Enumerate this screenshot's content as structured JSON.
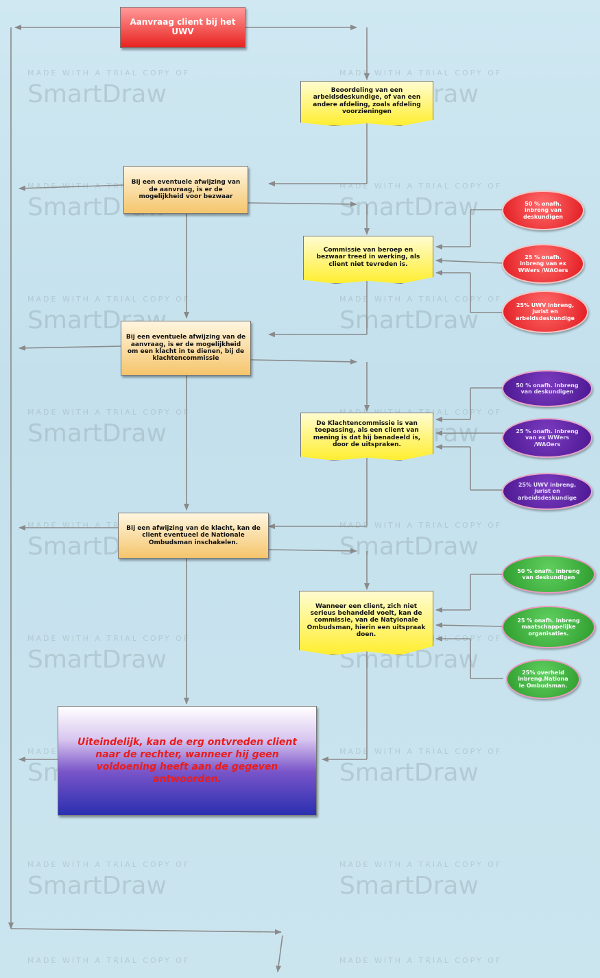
{
  "watermark": {
    "line1": "MADE WITH A TRIAL COPY OF",
    "line2": "SmartDraw"
  },
  "nodes": {
    "start": "Aanvraag client bij het UWV",
    "beoordeling": "Beoordeling van een arbeidsdeskundige, of van een andere afdeling, zoals afdeling voorzieningen",
    "bezwaar": "Bij een eventuele afwijzing van de aanvraag, is er de mogelijkheid voor bezwaar",
    "commissie": "Commissie van beroep en bezwaar treed in werking, als client niet tevreden is.",
    "klacht": "Bij een eventuele afwijzing van de aanvraag, is er de mogelijkheid om een klacht in te dienen, bij de klachtencommissie",
    "klachtencommissie": "De Klachtencommissie is van toepassing, als een client van mening is dat hij benadeeld is, door de uitspraken.",
    "ombudsman": "Bij een afwijzing van de klacht, kan de client eventueel de Nationale Ombudsman inschakelen.",
    "wanneer": "Wanneer een client, zich niet serieus behandeld voelt, kan de commissie, van de Natyionale Ombudsman, hierin een uitspraak doen.",
    "final": "Uiteindelijk, kan de erg ontvreden client naar de rechter, wanneer hij geen voldoening heeft aan de gegeven antwoorden."
  },
  "ovals_red": [
    "50 % onafh. inbreng van deskundigen",
    "25 % onafh. inbreng van ex WWers /WAOers",
    "25% UWV inbreng, jurist en arbeidsdeskundige"
  ],
  "ovals_purple": [
    "50 % onafh. inbreng van deskundigen",
    "25 % onafh. inbreng van ex WWers /WAOers",
    "25% UWV inbreng, jurist en arbeidsdeskundige"
  ],
  "ovals_green": [
    "50 % onafh. inbreng van deskundigen",
    "25 % onafh. inbreng maatschappelijke organisaties.",
    "25% overheid inbreng.Nationa le Ombudsman."
  ]
}
